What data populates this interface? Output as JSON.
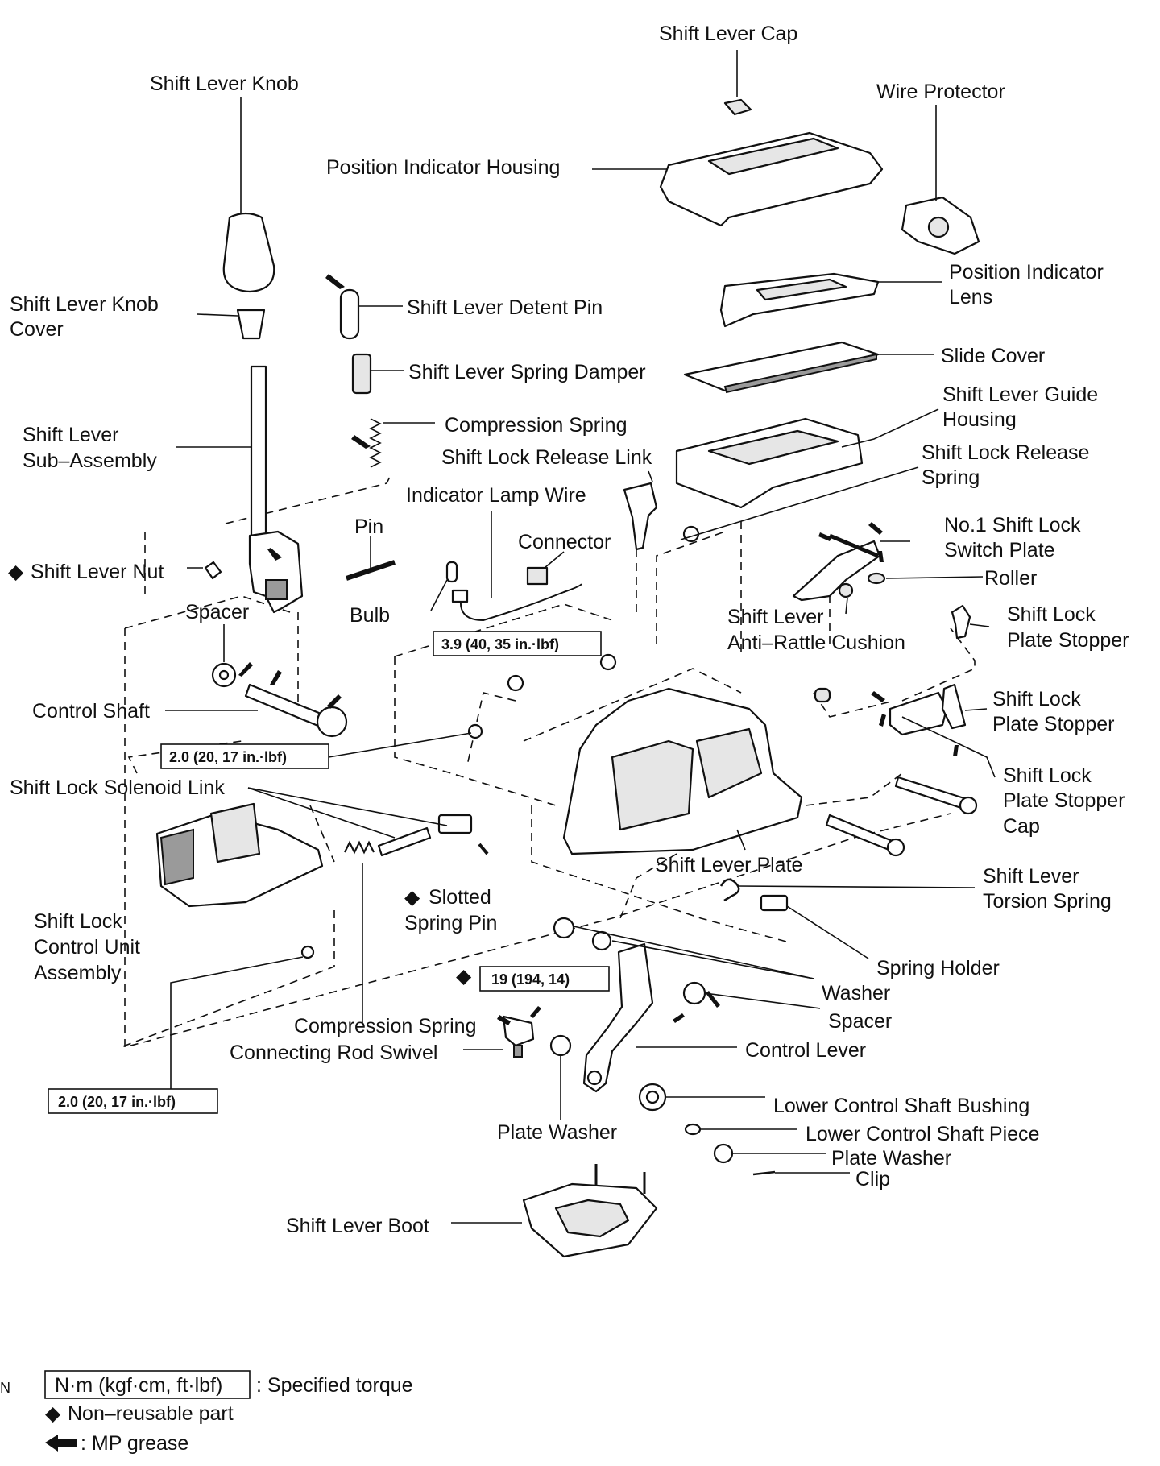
{
  "labels": {
    "shift_lever_cap": "Shift Lever Cap",
    "shift_lever_knob": "Shift Lever Knob",
    "wire_protector": "Wire Protector",
    "position_indicator_housing": "Position Indicator Housing",
    "position_indicator_lens_1": "Position Indicator",
    "position_indicator_lens_2": "Lens",
    "shift_lever_knob_cover_1": "Shift Lever Knob",
    "shift_lever_knob_cover_2": "Cover",
    "shift_lever_detent_pin": "Shift Lever Detent Pin",
    "slide_cover": "Slide Cover",
    "shift_lever_spring_damper": "Shift Lever Spring Damper",
    "shift_lever_guide_housing_1": "Shift Lever Guide",
    "shift_lever_guide_housing_2": "Housing",
    "compression_spring_top": "Compression Spring",
    "shift_lever_sub_assembly_1": "Shift Lever",
    "shift_lever_sub_assembly_2": "Sub–Assembly",
    "shift_lock_release_link": "Shift Lock Release Link",
    "shift_lock_release_spring_1": "Shift Lock Release",
    "shift_lock_release_spring_2": "Spring",
    "indicator_lamp_wire": "Indicator Lamp Wire",
    "pin": "Pin",
    "no1_shift_lock_switch_plate_1": "No.1 Shift Lock",
    "no1_shift_lock_switch_plate_2": "Switch Plate",
    "connector": "Connector",
    "shift_lever_nut": "Shift Lever Nut",
    "roller": "Roller",
    "spacer_top": "Spacer",
    "bulb": "Bulb",
    "shift_lever_anti_rattle_1": "Shift Lever",
    "shift_lever_anti_rattle_2": "Anti–Rattle Cushion",
    "shift_lock_plate_stopper_a_1": "Shift Lock",
    "shift_lock_plate_stopper_a_2": "Plate Stopper",
    "shift_lock_plate_stopper_b_1": "Shift Lock",
    "shift_lock_plate_stopper_b_2": "Plate Stopper",
    "control_shaft": "Control Shaft",
    "shift_lock_solenoid_link": "Shift Lock Solenoid Link",
    "shift_lock_plate_stopper_cap_1": "Shift Lock",
    "shift_lock_plate_stopper_cap_2": "Plate Stopper",
    "shift_lock_plate_stopper_cap_3": "Cap",
    "shift_lever_plate": "Shift Lever Plate",
    "shift_lever_torsion_spring_1": "Shift Lever",
    "shift_lever_torsion_spring_2": "Torsion Spring",
    "slotted_spring_pin_1": "Slotted",
    "slotted_spring_pin_2": "Spring Pin",
    "shift_lock_control_unit_1": "Shift Lock",
    "shift_lock_control_unit_2": "Control Unit",
    "shift_lock_control_unit_3": "Assembly",
    "spring_holder": "Spring Holder",
    "washer": "Washer",
    "spacer_bottom": "Spacer",
    "compression_spring_bottom": "Compression Spring",
    "connecting_rod_swivel": "Connecting Rod Swivel",
    "control_lever": "Control Lever",
    "lower_control_shaft_bushing": "Lower Control Shaft Bushing",
    "plate_washer_left": "Plate Washer",
    "lower_control_shaft_piece": "Lower Control Shaft Piece",
    "plate_washer_right": "Plate Washer",
    "clip": "Clip",
    "shift_lever_boot": "Shift Lever Boot"
  },
  "torque": {
    "t1": "3.9 (40, 35 in.·lbf)",
    "t2": "2.0 (20, 17 in.·lbf)",
    "t3": "19 (194, 14)",
    "t4": "2.0 (20, 17 in.·lbf)"
  },
  "symbols": {
    "non_reusable": "◆"
  },
  "legend": {
    "corner_mark": "N",
    "torque_box": "N·m (kgf·cm, ft·lbf)",
    "torque_text": ": Specified torque",
    "non_reusable_text": "Non–reusable part",
    "grease_text": ": MP grease"
  }
}
